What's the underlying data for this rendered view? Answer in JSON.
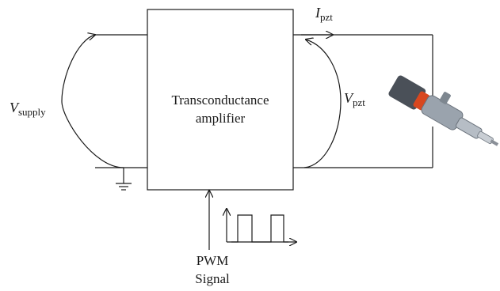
{
  "labels": {
    "amplifier_line1": "Transconductance",
    "amplifier_line2": "amplifier",
    "v_supply_main": "V",
    "v_supply_sub": "supply",
    "i_pzt_main": "I",
    "i_pzt_sub": "pzt",
    "v_pzt_main": "V",
    "v_pzt_sub": "pzt",
    "pwm_line1": "PWM",
    "pwm_line2": "Signal"
  },
  "colors": {
    "line": "#1a1a1a",
    "injector_body": "#9aa3ad",
    "injector_dark": "#4a5058",
    "injector_accent": "#d8471f"
  },
  "icons": {
    "injector": "piezo-injector-image",
    "ground": "ground-symbol",
    "pwm": "pwm-waveform"
  }
}
